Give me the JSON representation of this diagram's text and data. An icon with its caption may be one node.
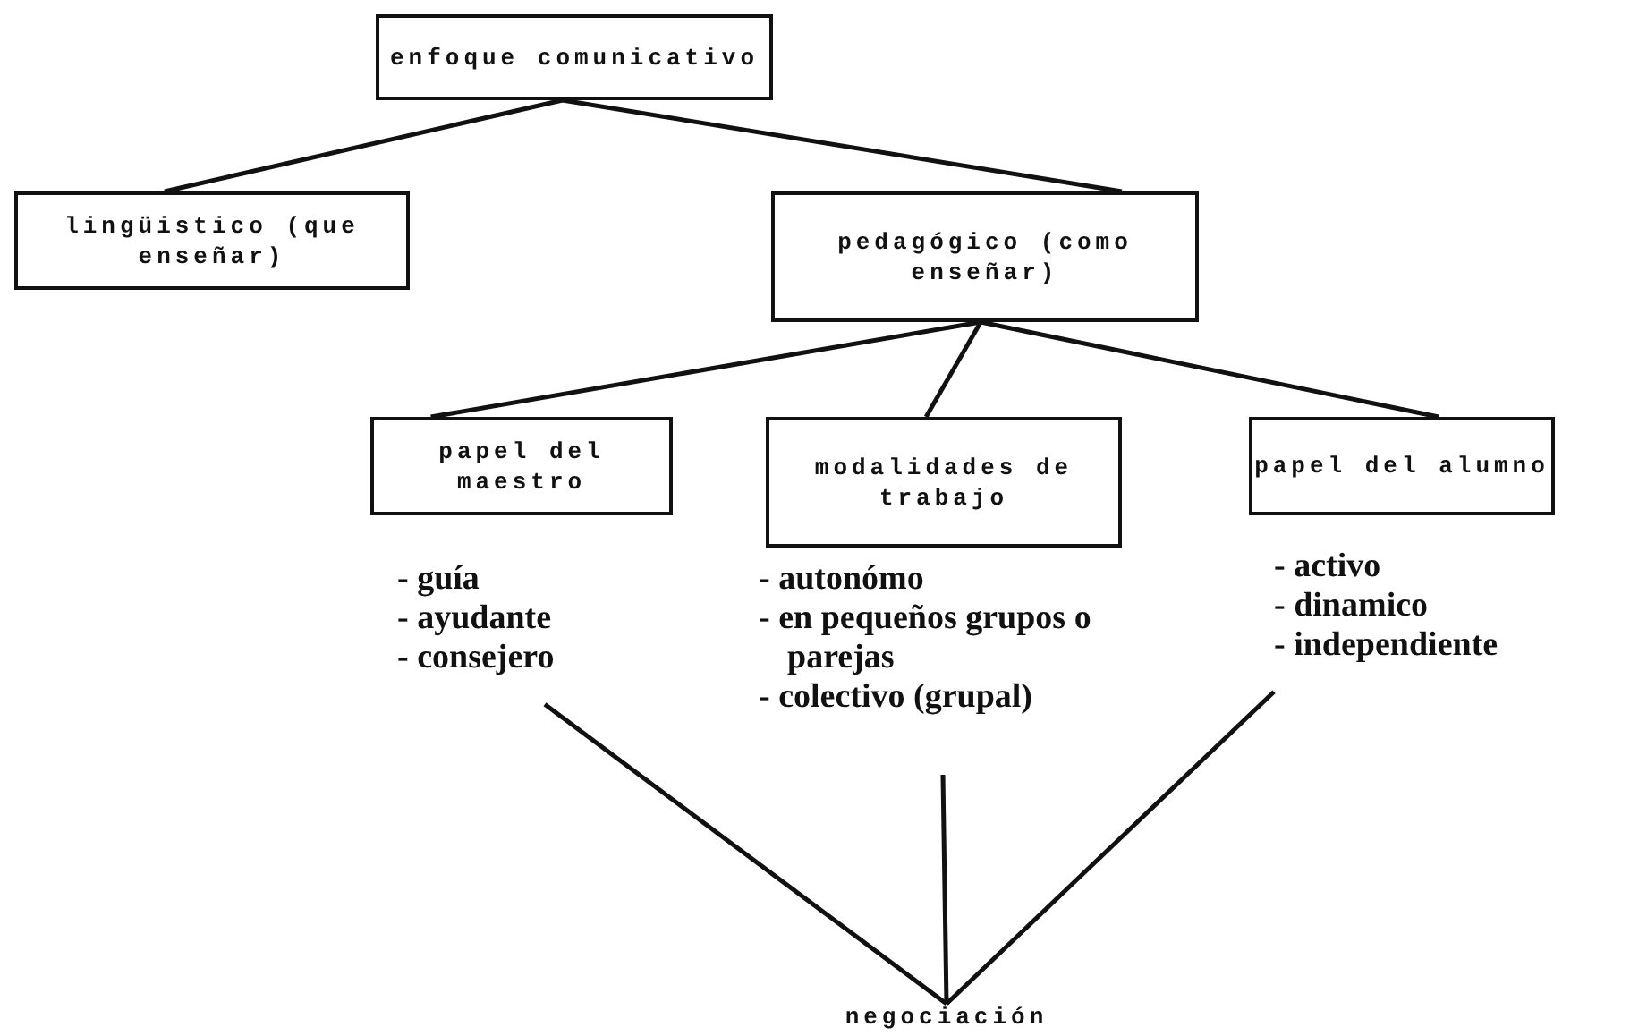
{
  "diagram": {
    "nodes": [
      {
        "text": [
          "enfoque comunicativo"
        ]
      },
      {
        "text": [
          "lingüistico (que enseñar)"
        ]
      },
      {
        "text": [
          "pedagógico (como enseñar)"
        ]
      },
      {
        "text": [
          "papel del maestro"
        ]
      },
      {
        "text": [
          "modalidades de trabajo"
        ]
      },
      {
        "text": [
          "papel del alumno"
        ]
      },
      {
        "text": [
          "- guía",
          "- ayudante",
          "- consejero"
        ]
      },
      {
        "text": [
          "- autonómo",
          "- en pequeños grupos o parejas",
          "- colectivo (grupal)"
        ]
      },
      {
        "text": [
          "- activo",
          "- dinamico",
          "- independiente"
        ]
      },
      {
        "text": [
          "negociación"
        ]
      }
    ],
    "edges": [
      {
        "from": 0,
        "to": 1,
        "arrow": "none"
      },
      {
        "from": 0,
        "to": 2,
        "arrow": "none"
      },
      {
        "from": 2,
        "to": 3,
        "arrow": "none"
      },
      {
        "from": 2,
        "to": 4,
        "arrow": "none"
      },
      {
        "from": 2,
        "to": 5,
        "arrow": "none"
      },
      {
        "from": 6,
        "to": 9,
        "arrow": "none"
      },
      {
        "from": 7,
        "to": 9,
        "arrow": "none"
      },
      {
        "from": 8,
        "to": 9,
        "arrow": "none"
      }
    ]
  }
}
